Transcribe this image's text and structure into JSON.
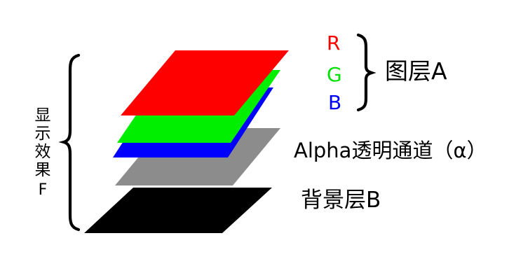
{
  "diagram": {
    "title_context": "Layer composition: RGB layer over Alpha channel over background",
    "left_label": {
      "name": "display-effect",
      "chars": [
        "显",
        "示",
        "效",
        "果"
      ],
      "suffix": "F",
      "full_text": "显示效果F"
    },
    "channels": [
      {
        "letter": "R",
        "color": "#ff0000",
        "name": "red-channel"
      },
      {
        "letter": "G",
        "color": "#00e000",
        "name": "green-channel"
      },
      {
        "letter": "B",
        "color": "#0000ff",
        "name": "blue-channel"
      }
    ],
    "labels": {
      "layer_a": "图层A",
      "alpha_channel": "Alpha透明通道（α）",
      "background_layer": "背景层B"
    },
    "layers": [
      {
        "name": "red-layer",
        "fill": "#ff0000",
        "label": "R"
      },
      {
        "name": "green-layer",
        "fill": "#00ee00",
        "label": "G"
      },
      {
        "name": "blue-layer",
        "fill": "#0000ff",
        "label": "B"
      },
      {
        "name": "alpha-layer",
        "fill": "#8c8c8c",
        "label": "Alpha"
      },
      {
        "name": "background-layer",
        "fill": "#000000",
        "label": "B"
      }
    ],
    "braces": {
      "left_brace_name": "left-curly-brace",
      "right_brace_name": "right-curly-brace"
    }
  }
}
